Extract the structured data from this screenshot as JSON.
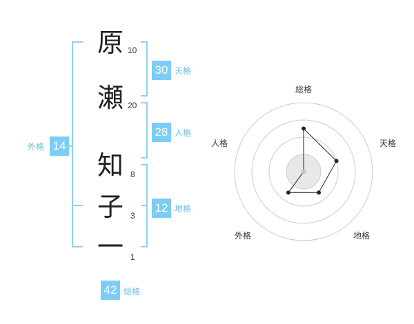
{
  "name": {
    "characters": [
      {
        "char": "原",
        "strokes": "10"
      },
      {
        "char": "瀬",
        "strokes": "20"
      },
      {
        "char": "知",
        "strokes": "8"
      },
      {
        "char": "子",
        "strokes": "3"
      },
      {
        "char": "一",
        "strokes": "1"
      }
    ]
  },
  "fortunes": {
    "tenkaku": {
      "value": "30",
      "label": "天格"
    },
    "jinkaku": {
      "value": "28",
      "label": "人格"
    },
    "chikaku": {
      "value": "12",
      "label": "地格"
    },
    "gaikaku": {
      "value": "14",
      "label": "外格"
    },
    "soukaku": {
      "value": "42",
      "label": "総格"
    }
  },
  "radar": {
    "axes": [
      "総格",
      "天格",
      "地格",
      "外格",
      "人格"
    ],
    "ring_count": 4,
    "scale_max": 4,
    "values": [
      2.5,
      2,
      1.5,
      1.5,
      0
    ],
    "colors": {
      "grid": "#cccccc",
      "fill": "#e8e8e8",
      "line": "#222222",
      "center": "#c8c8c8"
    }
  }
}
